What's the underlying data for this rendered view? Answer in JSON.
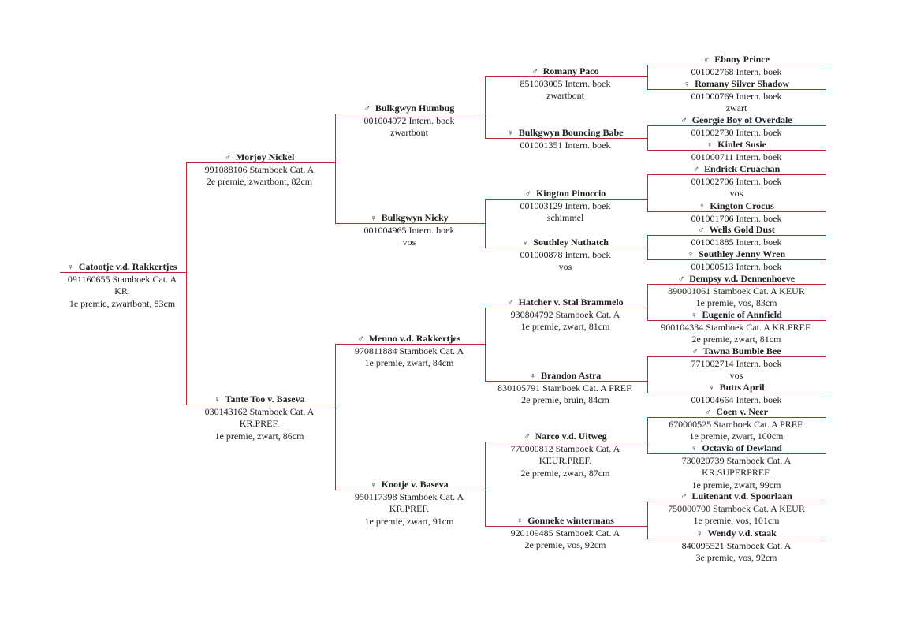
{
  "symbols": {
    "male": "♂",
    "female": "♀"
  },
  "colors": {
    "line": "#c0262d"
  },
  "pedigree": {
    "sex": "female",
    "name": "Catootje v.d. Rakkertjes",
    "lines": [
      "091160655 Stamboek Cat. A",
      "KR.",
      "1e premie, zwartbont, 83cm"
    ],
    "sire": {
      "sex": "male",
      "name": "Morjoy Nickel",
      "lines": [
        "991088106 Stamboek Cat. A",
        "2e premie, zwartbont, 82cm"
      ],
      "sire": {
        "sex": "male",
        "name": "Bulkgwyn Humbug",
        "lines": [
          "001004972 Intern. boek",
          "zwartbont"
        ],
        "sire": {
          "sex": "male",
          "name": "Romany Paco",
          "lines": [
            "851003005 Intern. boek",
            "zwartbont"
          ],
          "sire": {
            "sex": "male",
            "name": "Ebony Prince",
            "lines": [
              "001002768 Intern. boek"
            ]
          },
          "dam": {
            "sex": "female",
            "name": "Romany Silver Shadow",
            "lines": [
              "001000769 Intern. boek",
              "zwart"
            ]
          }
        },
        "dam": {
          "sex": "female",
          "name": "Bulkgwyn Bouncing Babe",
          "lines": [
            "001001351 Intern. boek"
          ],
          "sire": {
            "sex": "male",
            "name": "Georgie Boy of Overdale",
            "lines": [
              "001002730 Intern. boek"
            ]
          },
          "dam": {
            "sex": "female",
            "name": "Kinlet Susie",
            "lines": [
              "001000711 Intern. boek"
            ]
          }
        }
      },
      "dam": {
        "sex": "female",
        "name": "Bulkgwyn Nicky",
        "lines": [
          "001004965 Intern. boek",
          "vos"
        ],
        "sire": {
          "sex": "male",
          "name": "Kington Pinoccio",
          "lines": [
            "001003129 Intern. boek",
            "schimmel"
          ],
          "sire": {
            "sex": "male",
            "name": "Endrick Cruachan",
            "lines": [
              "001002706 Intern. boek",
              "vos"
            ]
          },
          "dam": {
            "sex": "female",
            "name": "Kington Crocus",
            "lines": [
              "001001706 Intern. boek"
            ]
          }
        },
        "dam": {
          "sex": "female",
          "name": "Southley Nuthatch",
          "lines": [
            "001000878 Intern. boek",
            "vos"
          ],
          "sire": {
            "sex": "male",
            "name": "Wells Gold Dust",
            "lines": [
              "001001885 Intern. boek"
            ]
          },
          "dam": {
            "sex": "female",
            "name": "Southley Jenny Wren",
            "lines": [
              "001000513 Intern. boek"
            ]
          }
        }
      }
    },
    "dam": {
      "sex": "female",
      "name": "Tante Too v. Baseva",
      "lines": [
        "030143162 Stamboek Cat. A",
        "KR.PREF.",
        "1e premie, zwart, 86cm"
      ],
      "sire": {
        "sex": "male",
        "name": "Menno v.d. Rakkertjes",
        "lines": [
          "970811884 Stamboek Cat. A",
          "1e premie, zwart, 84cm"
        ],
        "sire": {
          "sex": "male",
          "name": "Hatcher v. Stal Brammelo",
          "lines": [
            "930804792 Stamboek Cat. A",
            "1e premie, zwart, 81cm"
          ],
          "sire": {
            "sex": "male",
            "name": "Dempsy v.d. Dennenhoeve",
            "lines": [
              "890001061 Stamboek Cat. A KEUR",
              "1e premie, vos, 83cm"
            ]
          },
          "dam": {
            "sex": "female",
            "name": "Eugenie of Annfield",
            "lines": [
              "900104334 Stamboek Cat. A KR.PREF.",
              "2e premie, zwart, 81cm"
            ]
          }
        },
        "dam": {
          "sex": "female",
          "name": "Brandon Astra",
          "lines": [
            "830105791 Stamboek Cat. A PREF.",
            "2e premie, bruin, 84cm"
          ],
          "sire": {
            "sex": "male",
            "name": "Tawna Bumble Bee",
            "lines": [
              "771002714 Intern. boek",
              "vos"
            ]
          },
          "dam": {
            "sex": "female",
            "name": "Butts April",
            "lines": [
              "001004664 Intern. boek"
            ]
          }
        }
      },
      "dam": {
        "sex": "female",
        "name": "Kootje v. Baseva",
        "lines": [
          "950117398 Stamboek Cat. A",
          "KR.PREF.",
          "1e premie, zwart, 91cm"
        ],
        "sire": {
          "sex": "male",
          "name": "Narco v.d. Uitweg",
          "lines": [
            "770000812 Stamboek Cat. A",
            "KEUR.PREF.",
            "2e premie, zwart, 87cm"
          ],
          "sire": {
            "sex": "male",
            "name": "Coen v. Neer",
            "lines": [
              "670000525 Stamboek Cat. A PREF.",
              "1e premie, zwart, 100cm"
            ]
          },
          "dam": {
            "sex": "female",
            "name": "Octavia of Dewland",
            "lines": [
              "730020739 Stamboek Cat. A",
              "KR.SUPERPREF.",
              "1e premie, zwart, 99cm"
            ]
          }
        },
        "dam": {
          "sex": "female",
          "name": "Gonneke wintermans",
          "lines": [
            "920109485 Stamboek Cat. A",
            "2e premie, vos, 92cm"
          ],
          "sire": {
            "sex": "male",
            "name": "Luitenant v.d. Spoorlaan",
            "lines": [
              "750000700 Stamboek Cat. A KEUR",
              "1e premie, vos, 101cm"
            ]
          },
          "dam": {
            "sex": "female",
            "name": "Wendy v.d. staak",
            "lines": [
              "840095521 Stamboek Cat. A",
              "3e premie, vos, 92cm"
            ]
          }
        }
      }
    }
  }
}
